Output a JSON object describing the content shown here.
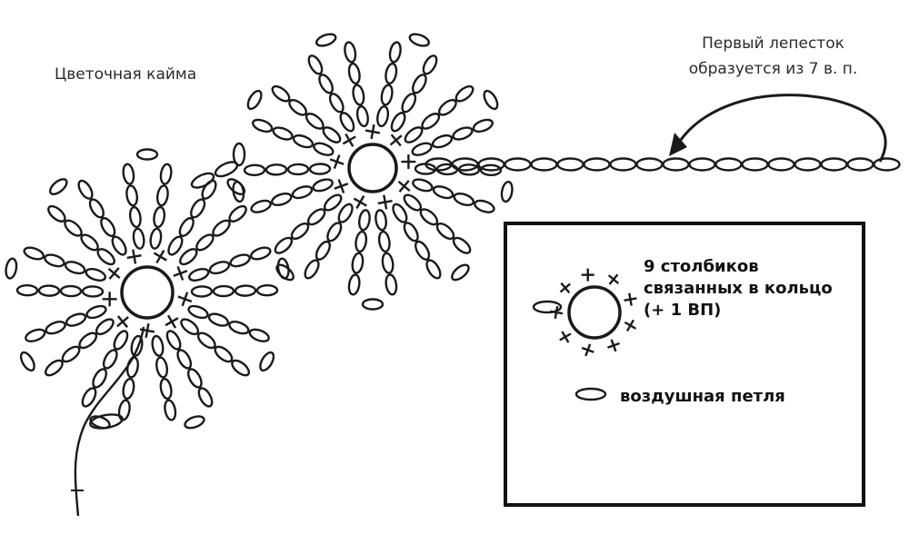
{
  "title": "Цветочная кайма",
  "note": [
    "Первый лепесток",
    "образуется из 7 в. п."
  ],
  "legend": {
    "ring": [
      "9 столбиков",
      "связанных в кольцо",
      "(+ 1 ВП)"
    ],
    "chain": "воздушная петля"
  }
}
